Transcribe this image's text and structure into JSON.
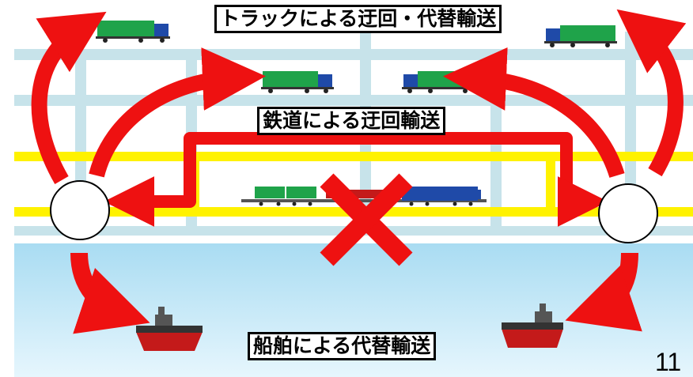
{
  "labels": {
    "truck": "トラックによる迂回・代替輸送",
    "rail": "鉄道による迂回輸送",
    "ship": "船舶による代替輸送"
  },
  "page_number": "11",
  "colors": {
    "arrow": "#ee1111",
    "sea": "#bfe6f7",
    "road": "#c7e3ea",
    "rail_line": "#fff200",
    "truck_cargo": "#1fa34a",
    "truck_cab": "#1f4aa8",
    "ship_hull": "#c41a1a"
  },
  "icons": {
    "stations": "circle-node-icon",
    "blocked": "cross-x-icon"
  }
}
